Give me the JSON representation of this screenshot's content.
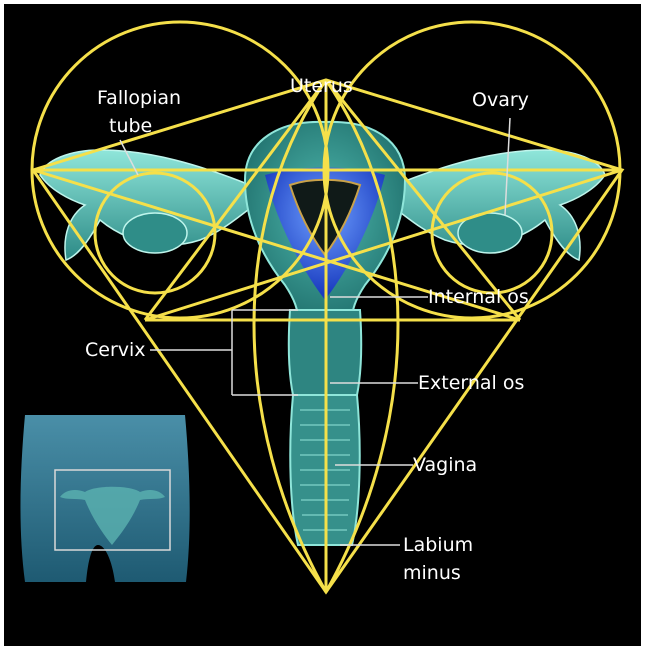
{
  "labels": {
    "fallopian_1": "Fallopian",
    "fallopian_2": "tube",
    "uterus": "Uterus",
    "ovary": "Ovary",
    "internal_os": "Internal os",
    "cervix": "Cervix",
    "external_os": "External os",
    "vagina": "Vagina",
    "labium_1": "Labium",
    "labium_2": "minus"
  },
  "colors": {
    "background": "#000000",
    "overlay_lines": "#f5e04a",
    "tissue": "#3f9e9a",
    "tissue_light": "#7fe0d6",
    "lining": "#2b55d8",
    "cavity": "#101a18",
    "label_text": "#ffffff",
    "pointer_lines": "#dddddd"
  }
}
